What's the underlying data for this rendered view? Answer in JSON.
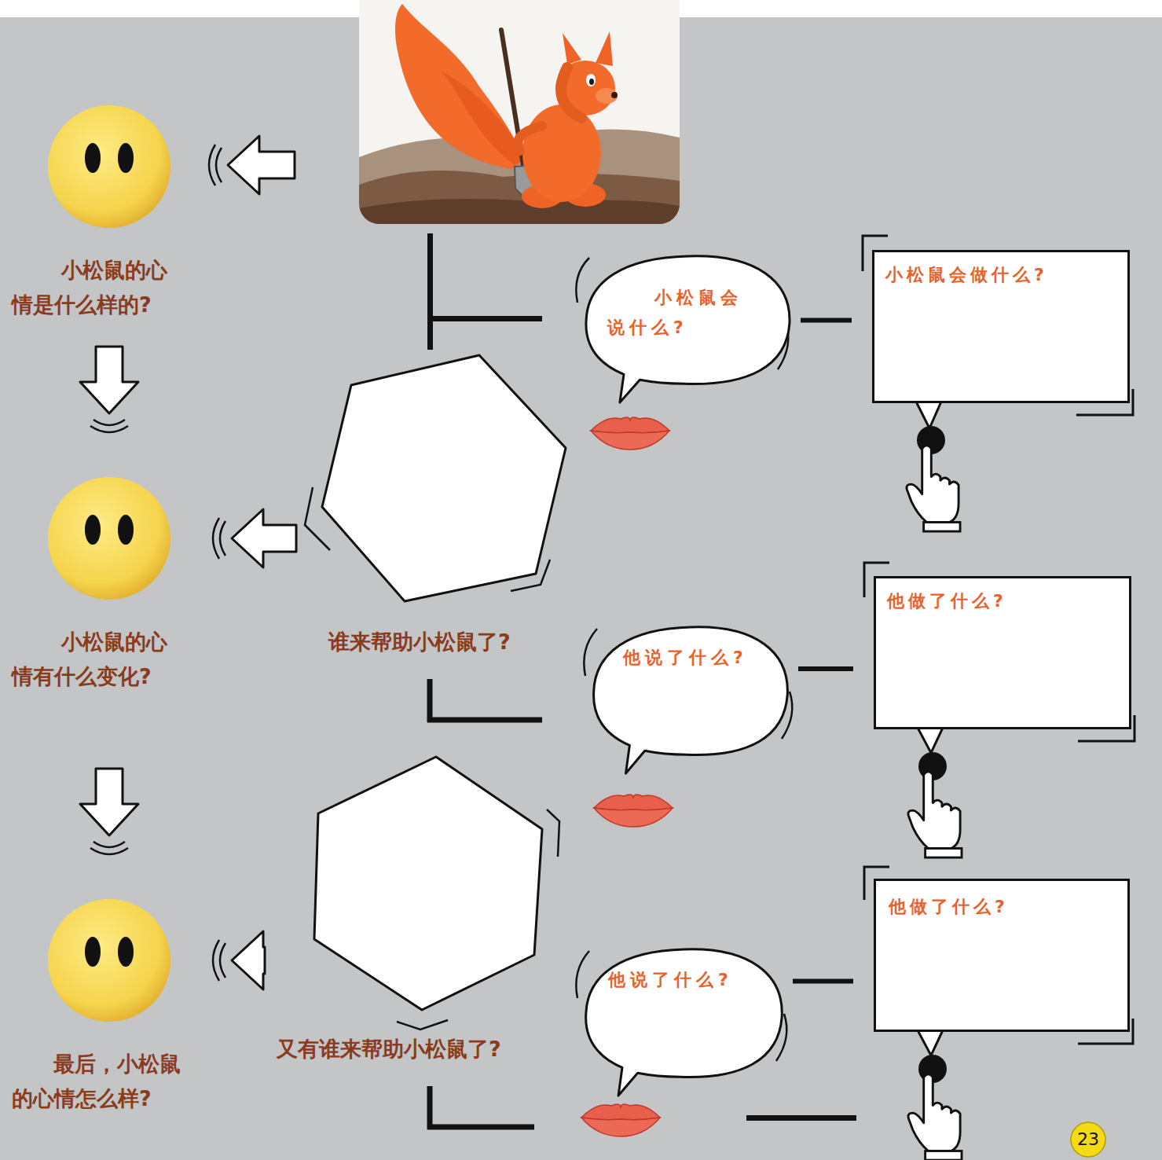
{
  "diagram": {
    "nodes": [
      {
        "text": [
          "小松鼠的心情是什么样的?"
        ]
      },
      {
        "text": [
          "小松鼠会说什么?"
        ]
      },
      {
        "text": [
          "小松鼠会做什么?"
        ]
      },
      {
        "text": [
          "谁来帮助小松鼠了?"
        ]
      },
      {
        "text": [
          "小松鼠的心情有什么变化?"
        ]
      },
      {
        "text": [
          "他说了什么?"
        ]
      },
      {
        "text": [
          "他做了什么?"
        ]
      },
      {
        "text": [
          "又有谁来帮助小松鼠了?"
        ]
      },
      {
        "text": [
          "最后，小松鼠的心情怎么样?"
        ]
      },
      {
        "text": [
          "他说了什么?"
        ]
      },
      {
        "text": [
          "他做了什么?"
        ]
      }
    ],
    "edges": [
      {
        "from": 0,
        "to": 4,
        "arrow": "to"
      },
      {
        "from": 4,
        "to": 8,
        "arrow": "to"
      },
      {
        "from": 3,
        "to": 4,
        "arrow": "to"
      },
      {
        "from": 7,
        "to": 8,
        "arrow": "to"
      },
      {
        "from": 1,
        "to": 2,
        "arrow": "none"
      },
      {
        "from": 5,
        "to": 6,
        "arrow": "none"
      },
      {
        "from": 9,
        "to": 10,
        "arrow": "none"
      },
      {
        "from": 3,
        "to": 5,
        "arrow": "none"
      },
      {
        "from": 7,
        "to": 9,
        "arrow": "none"
      }
    ],
    "labels": [
      "23"
    ]
  }
}
